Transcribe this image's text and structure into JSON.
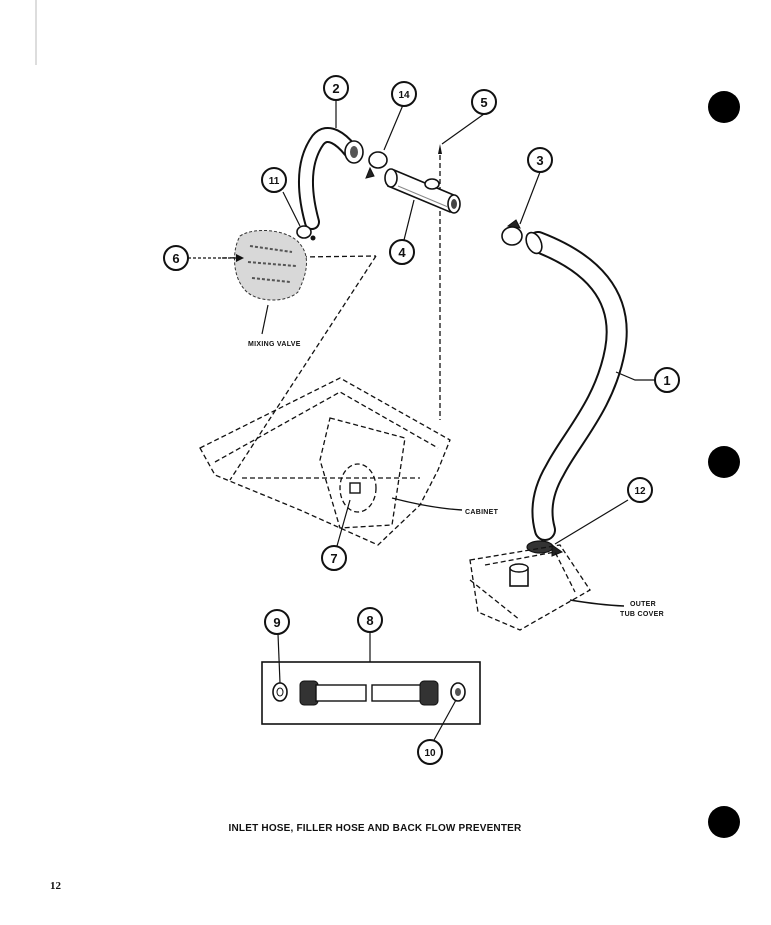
{
  "title": "INLET HOSE, FILLER HOSE AND BACK FLOW PREVENTER",
  "page_number": "12",
  "callouts": [
    "1",
    "2",
    "3",
    "4",
    "5",
    "6",
    "7",
    "8",
    "9",
    "10",
    "11",
    "12",
    "14"
  ],
  "captions": {
    "mixing_valve": "MIXING VALVE",
    "cabinet": "CABINET",
    "outer_tub_cover_line1": "OUTER",
    "outer_tub_cover_line2": "TUB COVER"
  }
}
